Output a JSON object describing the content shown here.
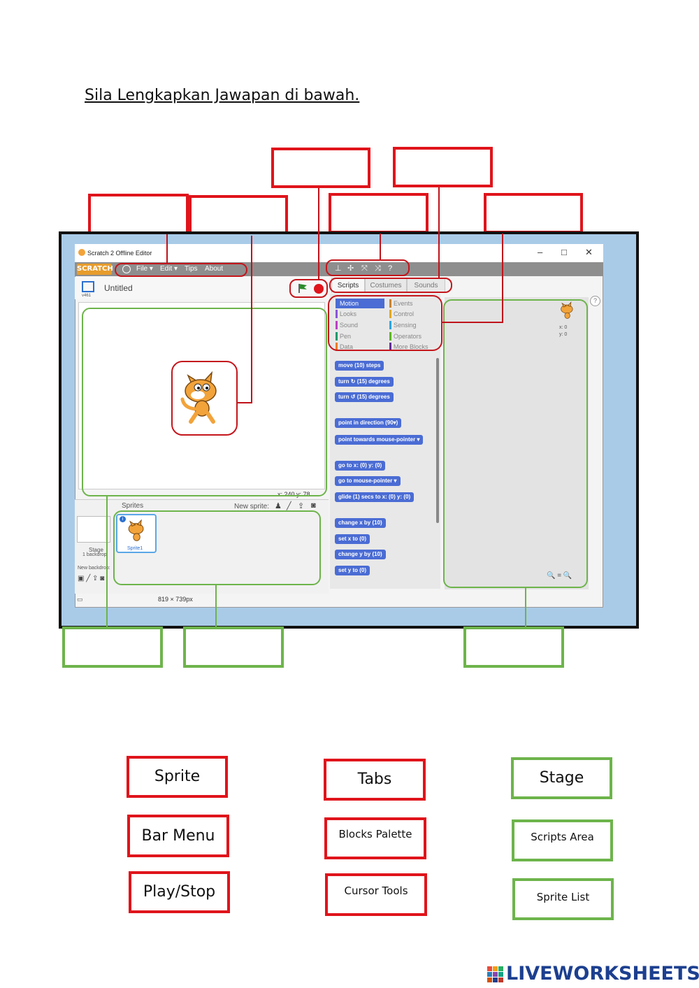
{
  "worksheet": {
    "instruction": "Sila Lengkapkan Jawapan di bawah."
  },
  "editor": {
    "window_title": "Scratch 2 Offline Editor",
    "logo": "SCRATCH",
    "menu": [
      "File ▾",
      "Edit ▾",
      "Tips",
      "About"
    ],
    "project_title": "Untitled",
    "version": "v461",
    "stage_coords": "x: 240  y: 78",
    "sprites_label": "Sprites",
    "new_sprite_label": "New sprite:",
    "sprite_name": "Sprite1",
    "stage_thumb_label": "Stage",
    "stage_thumb_sub": "1 backdrop",
    "new_backdrop_label": "New backdrop:",
    "footer_size": "819 × 739px",
    "tabs": [
      "Scripts",
      "Costumes",
      "Sounds"
    ],
    "categories_left": [
      "Motion",
      "Looks",
      "Sound",
      "Pen",
      "Data"
    ],
    "categories_right": [
      "Events",
      "Control",
      "Sensing",
      "Operators",
      "More Blocks"
    ],
    "category_colors": {
      "Motion": "#4a6cd4",
      "Looks": "#8a55d7",
      "Sound": "#bb42c3",
      "Pen": "#0e9a6c",
      "Data": "#ee7d16",
      "Events": "#c88330",
      "Control": "#e1a91a",
      "Sensing": "#2ca5e2",
      "Operators": "#5cb712",
      "More Blocks": "#632d99"
    },
    "blocks": [
      "move (10) steps",
      "turn ↻ (15) degrees",
      "turn ↺ (15) degrees",
      "point in direction (90▾)",
      "point towards mouse-pointer ▾",
      "go to x: (0) y: (0)",
      "go to mouse-pointer ▾",
      "glide (1) secs to x: (0) y: (0)",
      "change x by (10)",
      "set x to (0)",
      "change y by (10)",
      "set y to (0)"
    ],
    "sprite_info": "x: 0\ny: 0",
    "zoom_controls": "🔍 = 🔍"
  },
  "word_bank": {
    "col1": [
      "Sprite",
      "Bar Menu",
      "Play/Stop"
    ],
    "col2": [
      "Tabs",
      "Blocks Palette",
      "Cursor Tools"
    ],
    "col3": [
      "Stage",
      "Scripts Area",
      "Sprite List"
    ]
  },
  "brand": "LIVEWORKSHEETS",
  "colors": {
    "red_label": "#e0141b",
    "green_label": "#6db44b",
    "frame_blue": "#a9cbe8",
    "brand_blue": "#1c3f8f"
  }
}
